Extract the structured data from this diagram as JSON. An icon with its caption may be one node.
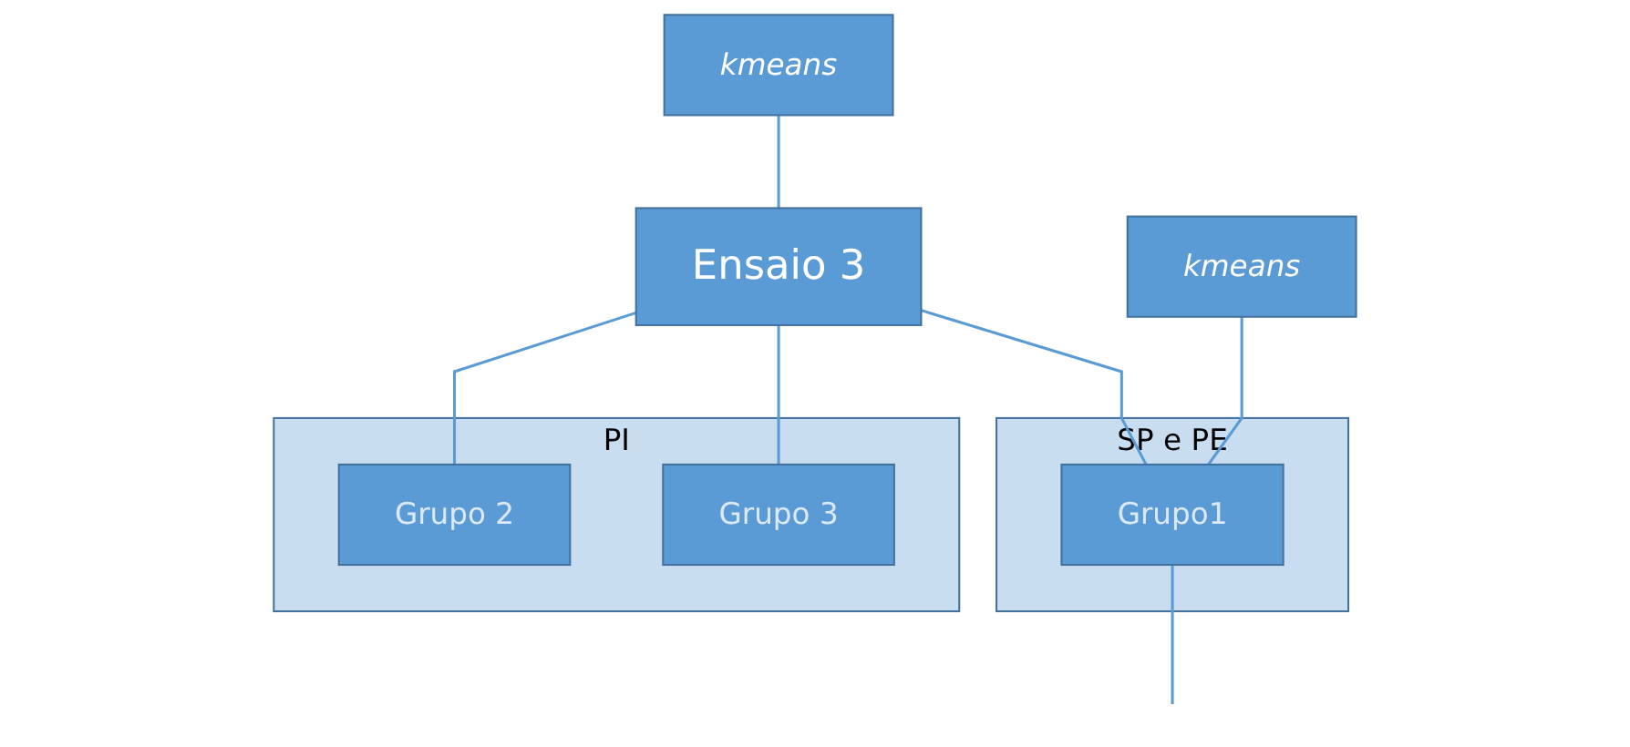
{
  "diagram": {
    "nodes": [
      {
        "text": [
          "Ensaio 3"
        ]
      },
      {
        "text": [
          "kmeans"
        ]
      },
      {
        "text": [
          "SP e PE"
        ]
      },
      {
        "text": [
          "Grupo1"
        ],
        "in": 2
      },
      {
        "text": [
          "PI"
        ]
      },
      {
        "text": [
          "Grupo 2"
        ],
        "in": 4
      },
      {
        "text": [
          "Grupo 3"
        ],
        "in": 4
      },
      {
        "text": [
          "kmeans"
        ]
      }
    ],
    "edges": [
      {
        "from": 0,
        "to": 3,
        "arrow": "none"
      },
      {
        "from": 0,
        "to": 5,
        "arrow": "none"
      },
      {
        "from": 0,
        "to": 6,
        "arrow": "none"
      },
      {
        "from": 1,
        "to": 0,
        "arrow": "none"
      },
      {
        "from": 3,
        "to": null,
        "arrow": "none"
      },
      {
        "from": 7,
        "to": 3,
        "arrow": "none"
      }
    ]
  }
}
